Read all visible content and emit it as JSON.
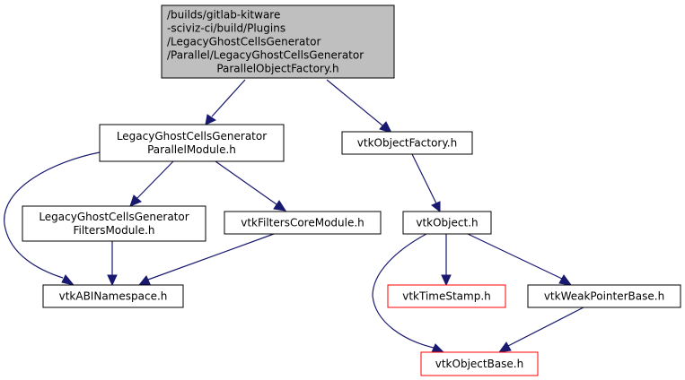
{
  "diagram": {
    "type": "include-dependency-graph",
    "colors": {
      "edge": "#191970",
      "root_fill": "#bfbfbf",
      "node_border": "#000000",
      "missing_border": "#ff0000",
      "node_fill": "#ffffff"
    },
    "nodes": [
      {
        "id": "root",
        "lines": [
          "/builds/gitlab-kitware",
          "-sciviz-ci/build/Plugins",
          "/LegacyGhostCellsGenerator",
          "/Parallel/LegacyGhostCellsGenerator",
          "ParallelObjectFactory.h"
        ],
        "style": "root"
      },
      {
        "id": "parallelmodule",
        "lines": [
          "LegacyGhostCellsGenerator",
          "ParallelModule.h"
        ],
        "style": "normal"
      },
      {
        "id": "objectfactory",
        "lines": [
          "vtkObjectFactory.h"
        ],
        "style": "normal"
      },
      {
        "id": "filtersmodule",
        "lines": [
          "LegacyGhostCellsGenerator",
          "FiltersModule.h"
        ],
        "style": "normal"
      },
      {
        "id": "filterscore",
        "lines": [
          "vtkFiltersCoreModule.h"
        ],
        "style": "normal"
      },
      {
        "id": "object",
        "lines": [
          "vtkObject.h"
        ],
        "style": "normal"
      },
      {
        "id": "abinamespace",
        "lines": [
          "vtkABINamespace.h"
        ],
        "style": "normal"
      },
      {
        "id": "timestamp",
        "lines": [
          "vtkTimeStamp.h"
        ],
        "style": "missing"
      },
      {
        "id": "weakpointer",
        "lines": [
          "vtkWeakPointerBase.h"
        ],
        "style": "normal"
      },
      {
        "id": "objectbase",
        "lines": [
          "vtkObjectBase.h"
        ],
        "style": "missing"
      }
    ],
    "edges": [
      {
        "from": "root",
        "to": "parallelmodule"
      },
      {
        "from": "root",
        "to": "objectfactory"
      },
      {
        "from": "parallelmodule",
        "to": "filtersmodule"
      },
      {
        "from": "parallelmodule",
        "to": "filterscore"
      },
      {
        "from": "parallelmodule",
        "to": "abinamespace"
      },
      {
        "from": "filtersmodule",
        "to": "abinamespace"
      },
      {
        "from": "filterscore",
        "to": "abinamespace"
      },
      {
        "from": "objectfactory",
        "to": "object"
      },
      {
        "from": "object",
        "to": "timestamp"
      },
      {
        "from": "object",
        "to": "weakpointer"
      },
      {
        "from": "object",
        "to": "objectbase"
      },
      {
        "from": "weakpointer",
        "to": "objectbase"
      }
    ]
  }
}
